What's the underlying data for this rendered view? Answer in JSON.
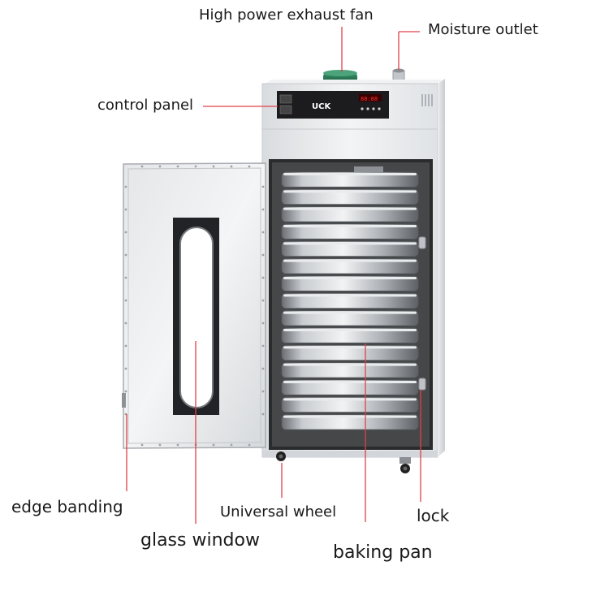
{
  "labels": {
    "exhaust_fan": "High power exhaust fan",
    "moisture_outlet": "Moisture outlet",
    "control_panel": "control panel",
    "edge_banding": "edge banding",
    "universal_wheel": "Universal wheel",
    "lock": "lock",
    "glass_window": "glass window",
    "baking_pan": "baking pan"
  },
  "panel": {
    "brand": "UCK",
    "display": "88:88"
  },
  "colors": {
    "leader_line": "#e0404a",
    "body": "#e9eaec",
    "trim": "#cfd2d6",
    "fan_green": "#1f6b4a",
    "panel_black": "#1c1c1e",
    "display_red": "#ff3030"
  },
  "baking_pans": {
    "count": 15
  }
}
